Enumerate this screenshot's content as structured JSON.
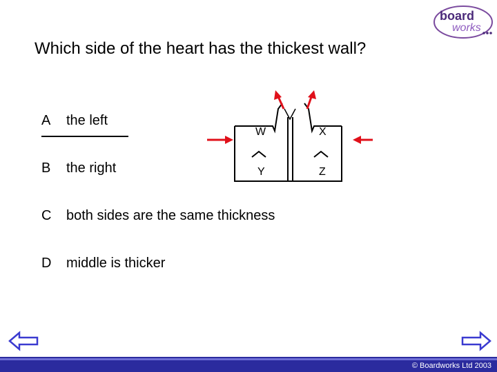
{
  "logo": {
    "line1": "board",
    "line2": "works"
  },
  "question": "Which side of the heart has the thickest wall?",
  "options": [
    {
      "letter": "A",
      "text": "the left"
    },
    {
      "letter": "B",
      "text": "the right"
    },
    {
      "letter": "C",
      "text": "both sides are the same thickness"
    },
    {
      "letter": "D",
      "text": "middle is thicker"
    }
  ],
  "diagram": {
    "labels": {
      "w": "W",
      "x": "X",
      "y": "Y",
      "z": "Z"
    },
    "arrow_color": "#e0101a"
  },
  "nav": {
    "prev_icon": "arrow-left-icon",
    "next_icon": "arrow-right-icon"
  },
  "footer": {
    "copyright": "© Boardworks Ltd 2003"
  },
  "colors": {
    "accent": "#5a2d82",
    "footer": "#2b2b9e",
    "nav_arrow": "#3a3ad0"
  }
}
